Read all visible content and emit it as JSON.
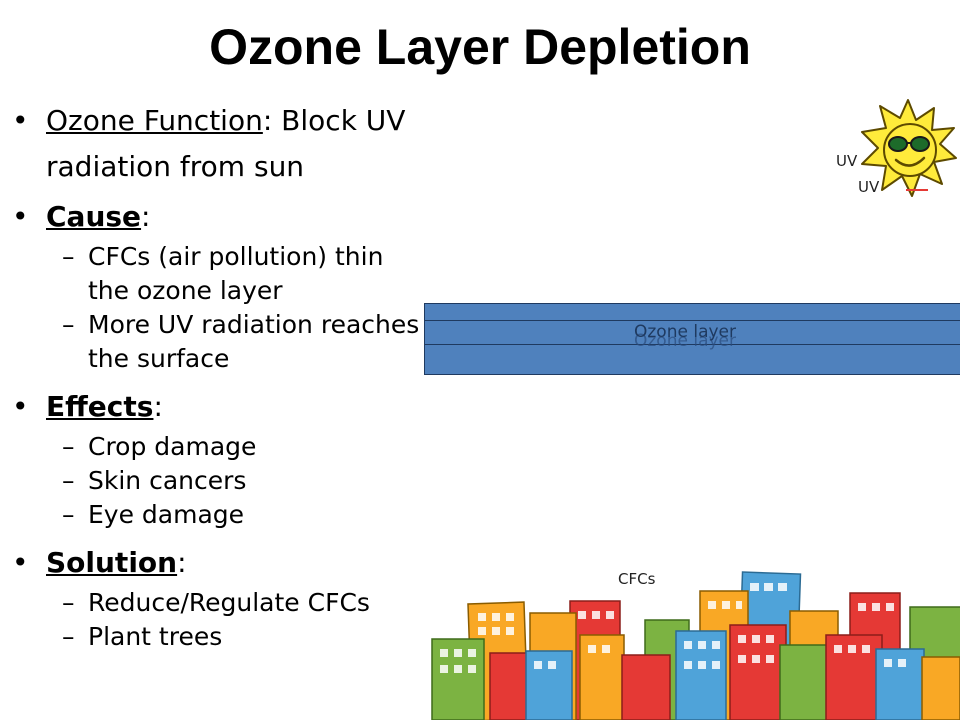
{
  "slide": {
    "title": "Ozone Layer Depletion",
    "bullets": [
      {
        "heading": "Ozone Function",
        "text": ": Block UV radiation from sun",
        "sub": []
      },
      {
        "heading": "Cause",
        "text": ":",
        "sub": [
          "CFCs (air pollution) thin the ozone layer",
          "More UV radiation reaches the surface"
        ]
      },
      {
        "heading": "Effects",
        "text": ":",
        "sub": [
          "Crop damage",
          "Skin cancers",
          "Eye damage"
        ]
      },
      {
        "heading": "Solution",
        "text": ":",
        "sub": [
          "Reduce/Regulate CFCs",
          "Plant trees"
        ]
      }
    ]
  },
  "diagram": {
    "uv_label_1": "UV",
    "uv_label_2": "UV",
    "ozone_label": "Ozone layer",
    "cfc_label": "CFCs"
  },
  "colors": {
    "ozone": "#4f81bd",
    "sun": "#ffeb3b"
  },
  "icons": {
    "sun": "sun-with-sunglasses-icon",
    "city": "city-buildings-illustration"
  }
}
